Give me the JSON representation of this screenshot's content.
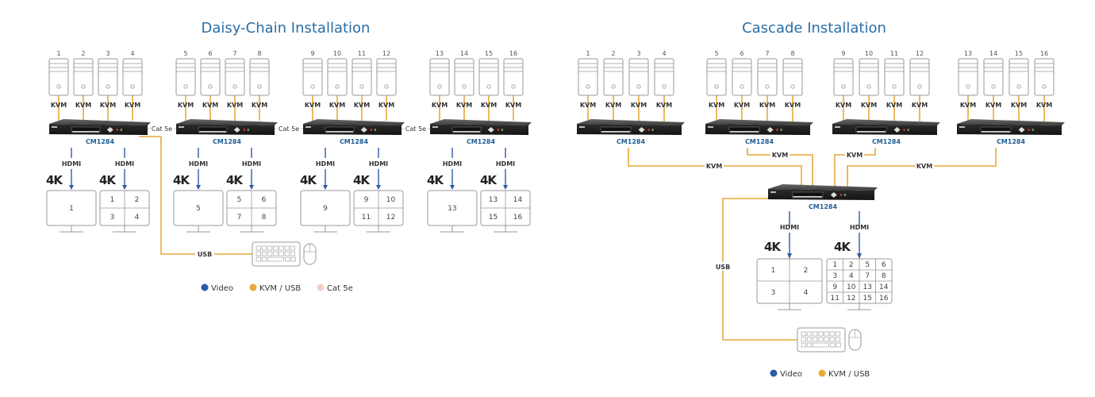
{
  "colors": {
    "title": "#2a6ea6",
    "video": "#2f5aa8",
    "kvm_usb": "#e8a93a",
    "cat5e": "#f3cfc6",
    "outline": "#999999",
    "model": "#1f5d96"
  },
  "daisy": {
    "title": "Daisy-Chain Installation",
    "model": "CM1284",
    "kvm_label": "KVM",
    "hdmi_label": "HDMI",
    "badge_4k": "4K",
    "cat5e_label": "Cat 5e",
    "usb_label": "USB",
    "groups": [
      {
        "computers": [
          "1",
          "2",
          "3",
          "4"
        ],
        "single_screen": "1",
        "quad_screen": [
          "1",
          "2",
          "3",
          "4"
        ]
      },
      {
        "computers": [
          "5",
          "6",
          "7",
          "8"
        ],
        "single_screen": "5",
        "quad_screen": [
          "5",
          "6",
          "7",
          "8"
        ]
      },
      {
        "computers": [
          "9",
          "10",
          "11",
          "12"
        ],
        "single_screen": "9",
        "quad_screen": [
          "9",
          "10",
          "11",
          "12"
        ]
      },
      {
        "computers": [
          "13",
          "14",
          "15",
          "16"
        ],
        "single_screen": "13",
        "quad_screen": [
          "13",
          "14",
          "15",
          "16"
        ]
      }
    ],
    "legend": [
      {
        "label": "Video",
        "color": "#2f5aa8"
      },
      {
        "label": "KVM / USB",
        "color": "#e8a93a"
      },
      {
        "label": "Cat 5e",
        "color": "#f3cfc6"
      }
    ]
  },
  "cascade": {
    "title": "Cascade Installation",
    "model": "CM1284",
    "kvm_label": "KVM",
    "hdmi_label": "HDMI",
    "badge_4k": "4K",
    "usb_label": "USB",
    "groups": [
      {
        "computers": [
          "1",
          "2",
          "3",
          "4"
        ]
      },
      {
        "computers": [
          "5",
          "6",
          "7",
          "8"
        ]
      },
      {
        "computers": [
          "9",
          "10",
          "11",
          "12"
        ]
      },
      {
        "computers": [
          "13",
          "14",
          "15",
          "16"
        ]
      }
    ],
    "quad_screen": [
      "1",
      "2",
      "3",
      "4"
    ],
    "grid16_screen": [
      "1",
      "2",
      "5",
      "6",
      "3",
      "4",
      "7",
      "8",
      "9",
      "10",
      "13",
      "14",
      "11",
      "12",
      "15",
      "16"
    ],
    "legend": [
      {
        "label": "Video",
        "color": "#2f5aa8"
      },
      {
        "label": "KVM / USB",
        "color": "#e8a93a"
      }
    ]
  }
}
